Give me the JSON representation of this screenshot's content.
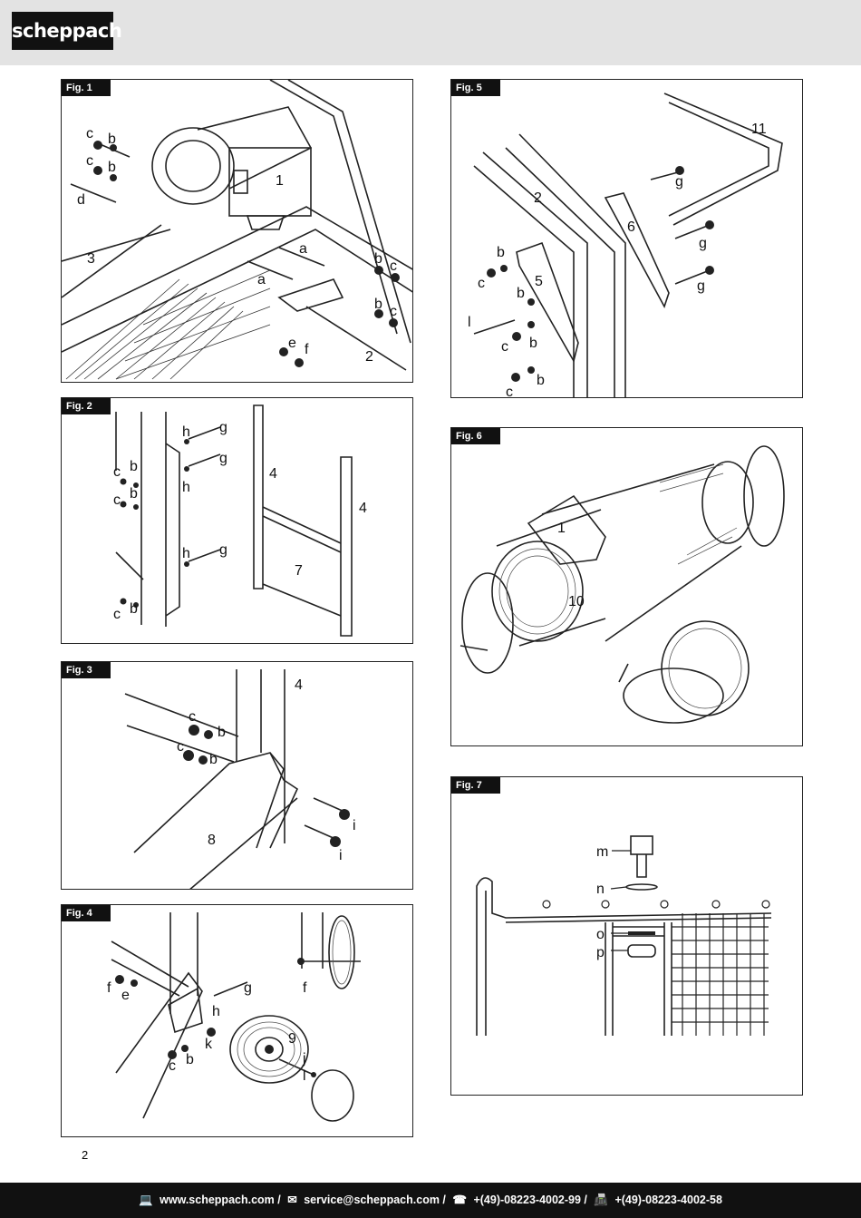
{
  "header": {
    "logo_text": "scheppach"
  },
  "figures": {
    "fig1": {
      "tag": "Fig. 1",
      "labels": [
        "c",
        "b",
        "c",
        "b",
        "d",
        "1",
        "3",
        "a",
        "a",
        "b",
        "c",
        "b",
        "c",
        "e",
        "f",
        "2"
      ]
    },
    "fig2": {
      "tag": "Fig. 2",
      "labels": [
        "h",
        "g",
        "g",
        "c",
        "b",
        "h",
        "c",
        "b",
        "h",
        "g",
        "c",
        "b",
        "4",
        "4",
        "7"
      ]
    },
    "fig3": {
      "tag": "Fig. 3",
      "labels": [
        "4",
        "c",
        "b",
        "c",
        "b",
        "8",
        "i",
        "i"
      ]
    },
    "fig4": {
      "tag": "Fig. 4",
      "labels": [
        "f",
        "e",
        "g",
        "h",
        "f",
        "k",
        "9",
        "c",
        "b",
        "j",
        "l"
      ]
    },
    "fig5": {
      "tag": "Fig. 5",
      "labels": [
        "11",
        "2",
        "g",
        "6",
        "g",
        "g",
        "b",
        "c",
        "5",
        "b",
        "l",
        "c",
        "b",
        "c",
        "b"
      ]
    },
    "fig6": {
      "tag": "Fig. 6",
      "labels": [
        "1",
        "10"
      ]
    },
    "fig7": {
      "tag": "Fig. 7",
      "labels": [
        "m",
        "n",
        "o",
        "p"
      ]
    }
  },
  "page_number": "2",
  "footer": {
    "website": "www.scheppach.com /",
    "email": "service@scheppach.com /",
    "phone": "+(49)-08223-4002-99 /",
    "fax": "+(49)-08223-4002-58"
  }
}
